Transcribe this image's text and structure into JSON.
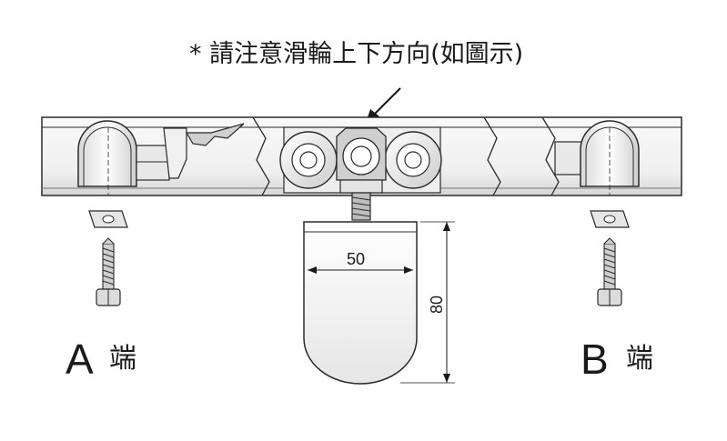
{
  "note": "* 請注意滑輪上下方向(如圖示)",
  "end_a": {
    "letter": "A",
    "suffix": "端"
  },
  "end_b": {
    "letter": "B",
    "suffix": "端"
  },
  "dimensions": {
    "width": "50",
    "height": "80"
  },
  "colors": {
    "line": "#2a2a2a",
    "fill_light": "#f4f4f4",
    "fill_shade": "#d9d9d9",
    "fill_dark": "#9a9a9a"
  }
}
